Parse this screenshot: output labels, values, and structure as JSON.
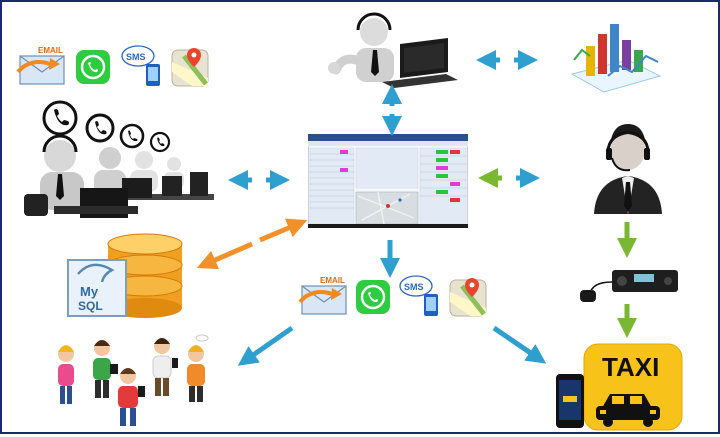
{
  "channels": {
    "email": "EMAIL",
    "sms": "SMS"
  },
  "database": {
    "logo_top": "My",
    "logo_bottom": "SQL"
  },
  "taxi": {
    "sign": "TAXI"
  },
  "colors": {
    "border": "#1a2a6c",
    "arrow_blue": "#2f9fd0",
    "arrow_orange": "#f0912a",
    "arrow_green": "#7bb832",
    "whatsapp": "#2ecc40",
    "taxi_yellow": "#f7c31a",
    "mysql_orange": "#f0a020"
  },
  "icons": [
    "email-icon",
    "whatsapp-icon",
    "sms-phone-icon",
    "maps-icon",
    "phone-icon",
    "database-icon",
    "taxi-icon",
    "radio-icon",
    "dashboard-screen",
    "charts-icon"
  ]
}
